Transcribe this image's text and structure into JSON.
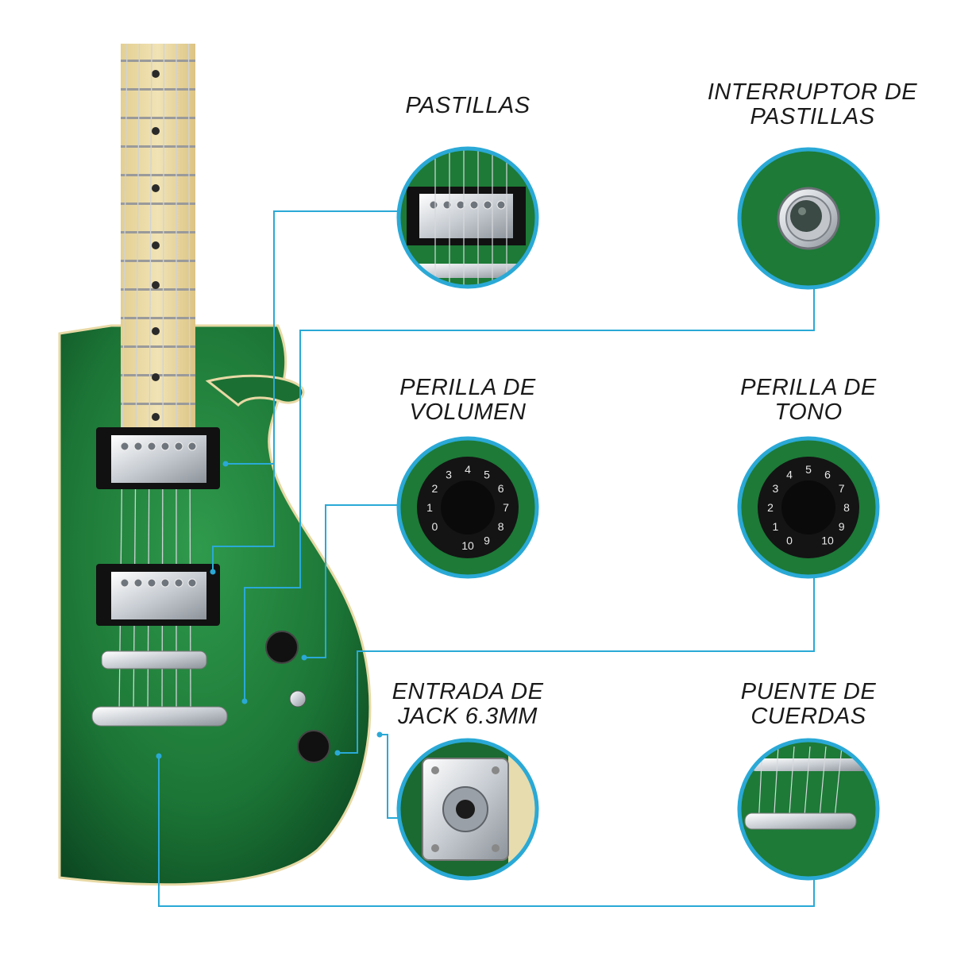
{
  "colors": {
    "connector": "#2aa9d6",
    "body": "#1f7a3a",
    "body_dark": "#0f4a22",
    "fretboard": "#e9d9a3",
    "chrome": "#d9dde2"
  },
  "callouts": {
    "pastillas": {
      "lines": [
        "PASTILLAS"
      ],
      "icon": "pickup-closeup-icon"
    },
    "interruptor": {
      "lines": [
        "INTERRUPTOR DE",
        "PASTILLAS"
      ],
      "icon": "toggle-switch-closeup-icon"
    },
    "volumen": {
      "lines": [
        "PERILLA DE",
        "VOLUMEN"
      ],
      "icon": "volume-knob-closeup-icon"
    },
    "tono": {
      "lines": [
        "PERILLA DE",
        "TONO"
      ],
      "icon": "tone-knob-closeup-icon"
    },
    "jack": {
      "lines": [
        "ENTRADA DE",
        "JACK 6.3MM"
      ],
      "icon": "jack-input-closeup-icon"
    },
    "puente": {
      "lines": [
        "PUENTE DE",
        "CUERDAS"
      ],
      "icon": "bridge-closeup-icon"
    }
  },
  "knob_numbers": [
    "0",
    "1",
    "2",
    "3",
    "4",
    "5",
    "6",
    "7",
    "8",
    "9",
    "10"
  ]
}
